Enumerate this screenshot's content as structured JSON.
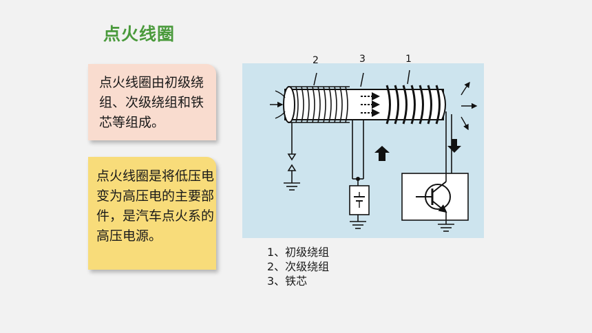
{
  "slide": {
    "title": "点火线圈",
    "card_composition": "点火线圈由初级绕组、次级绕组和铁芯等组成。",
    "card_function": "点火线圈是将低压电变为高压电的主要部件，是汽车点火系的高压电源。"
  },
  "diagram": {
    "callout_labels": [
      "2",
      "3",
      "1"
    ]
  },
  "legend": {
    "items": [
      "1、初级绕组",
      "2、次级绕组",
      "3、铁芯"
    ]
  },
  "colors": {
    "title": "#4a9a3c",
    "card_composition_bg": "#f9dccf",
    "card_function_bg": "#f8dc7a",
    "diagram_bg": "#cde4ee"
  }
}
